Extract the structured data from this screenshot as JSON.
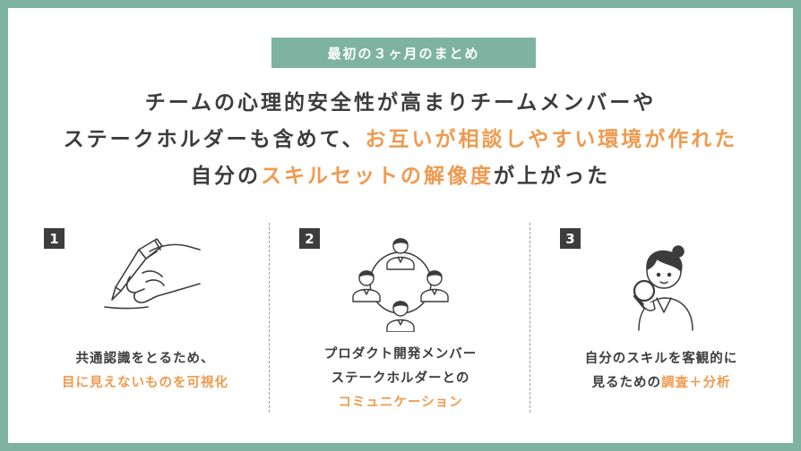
{
  "banner": "最初の３ヶ月のまとめ",
  "headline": {
    "line1": "チームの心理的安全性が高まりチームメンバーや",
    "line2_a": "ステークホルダーも含めて、",
    "line2_b": "お互いが相談しやすい環境が作れた",
    "line3_a": "自分の",
    "line3_b": "スキルセットの解像度",
    "line3_c": "が上がった"
  },
  "columns": [
    {
      "number": "1",
      "icon": "hand-writing-icon",
      "caption_line1": "共通認識をとるため、",
      "caption_line2": "目に見えないものを可視化"
    },
    {
      "number": "2",
      "icon": "team-network-icon",
      "caption_line1": "プロダクト開発メンバー",
      "caption_line2": "ステークホルダーとの",
      "caption_line3": "コミュニケーション"
    },
    {
      "number": "3",
      "icon": "magnifying-glass-person-icon",
      "caption_line1": "自分のスキルを客観的に",
      "caption_line2_a": "見るための",
      "caption_line2_b": "調査＋分析"
    }
  ],
  "colors": {
    "frame": "#7fb3a1",
    "accent": "#ef9a4f",
    "text": "#3c3c3c",
    "badge": "#3d3d3d"
  }
}
